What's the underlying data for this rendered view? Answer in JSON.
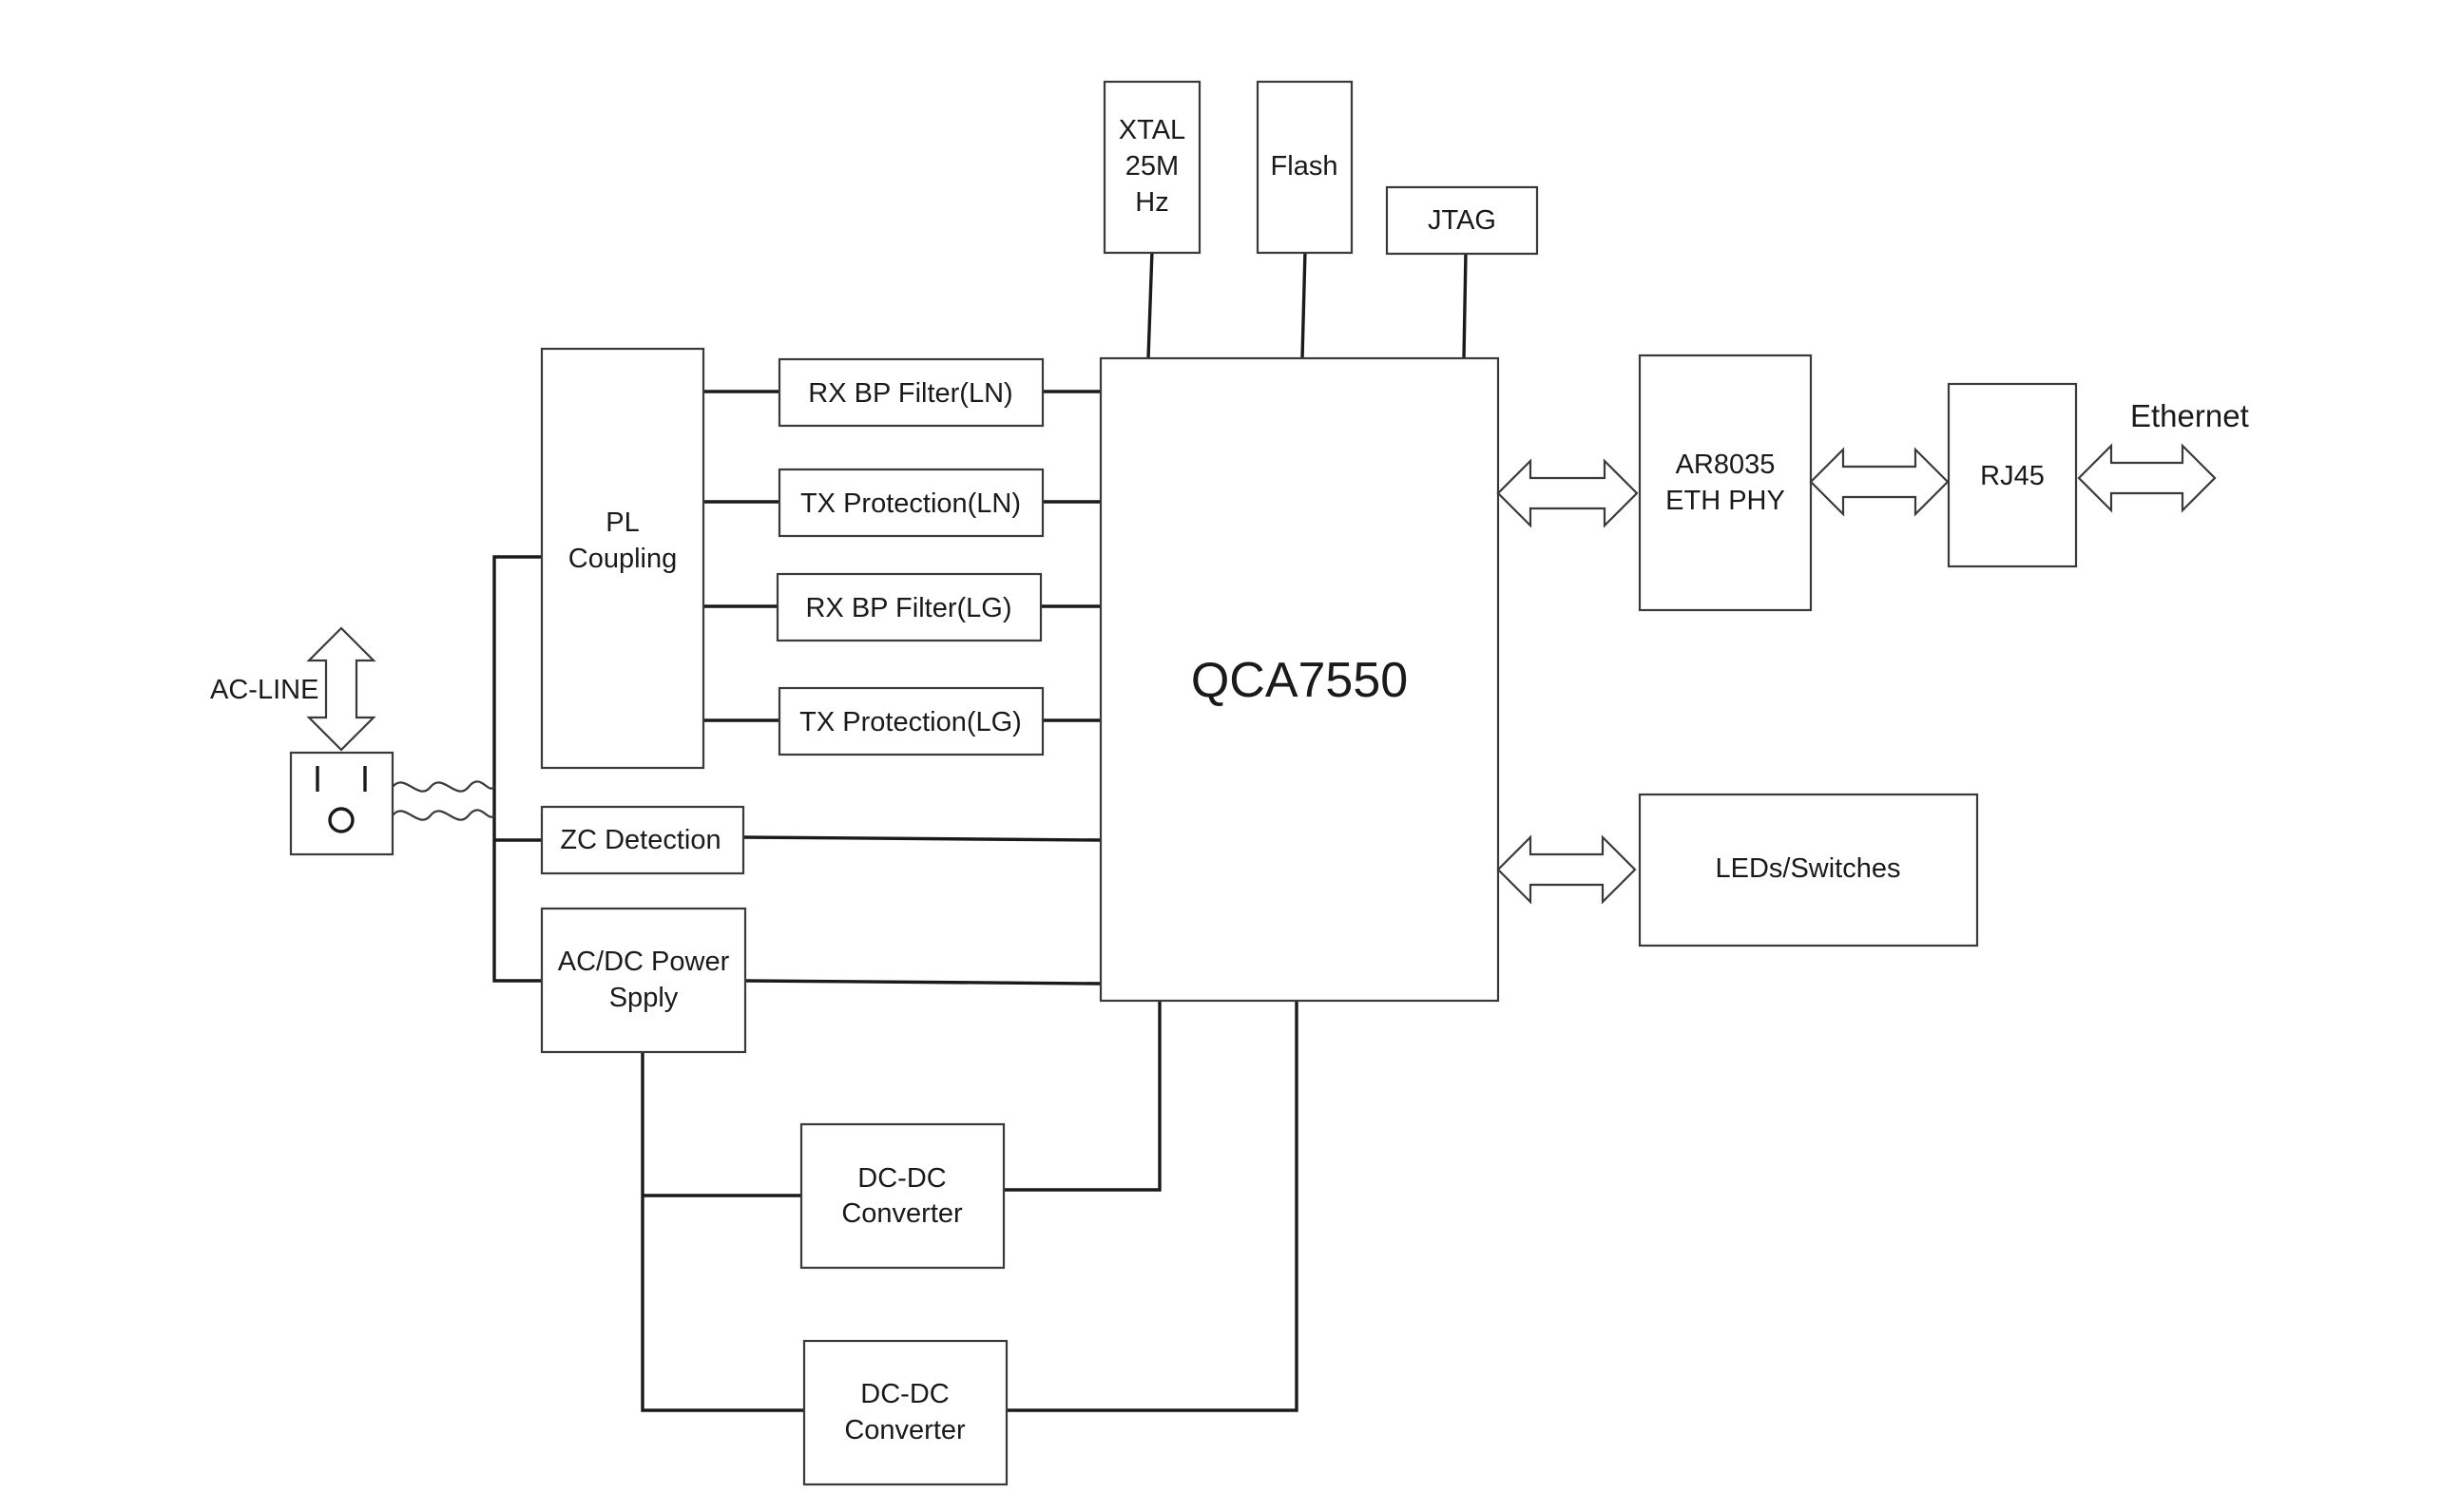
{
  "blocks": {
    "xtal": [
      "XTAL",
      "25M",
      "Hz"
    ],
    "flash": "Flash",
    "jtag": "JTAG",
    "qca": "QCA7550",
    "pl_coupling": [
      "PL",
      "Coupling"
    ],
    "rx_ln": "RX BP Filter(LN)",
    "tx_ln": "TX Protection(LN)",
    "rx_lg": "RX BP Filter(LG)",
    "tx_lg": "TX Protection(LG)",
    "zc": "ZC Detection",
    "acdc": [
      "AC/DC Power",
      "Spply"
    ],
    "dcdc1": [
      "DC-DC",
      "Converter"
    ],
    "dcdc2": [
      "DC-DC",
      "Converter"
    ],
    "ar8035": [
      "AR8035",
      "ETH PHY"
    ],
    "rj45": "RJ45",
    "leds": "LEDs/Switches"
  },
  "labels": {
    "ac_line": "AC-LINE",
    "ethernet": "Ethernet"
  },
  "colors": {
    "line": "#1a1a1a",
    "box_stroke": "#3a3a3a",
    "background": "#ffffff"
  }
}
